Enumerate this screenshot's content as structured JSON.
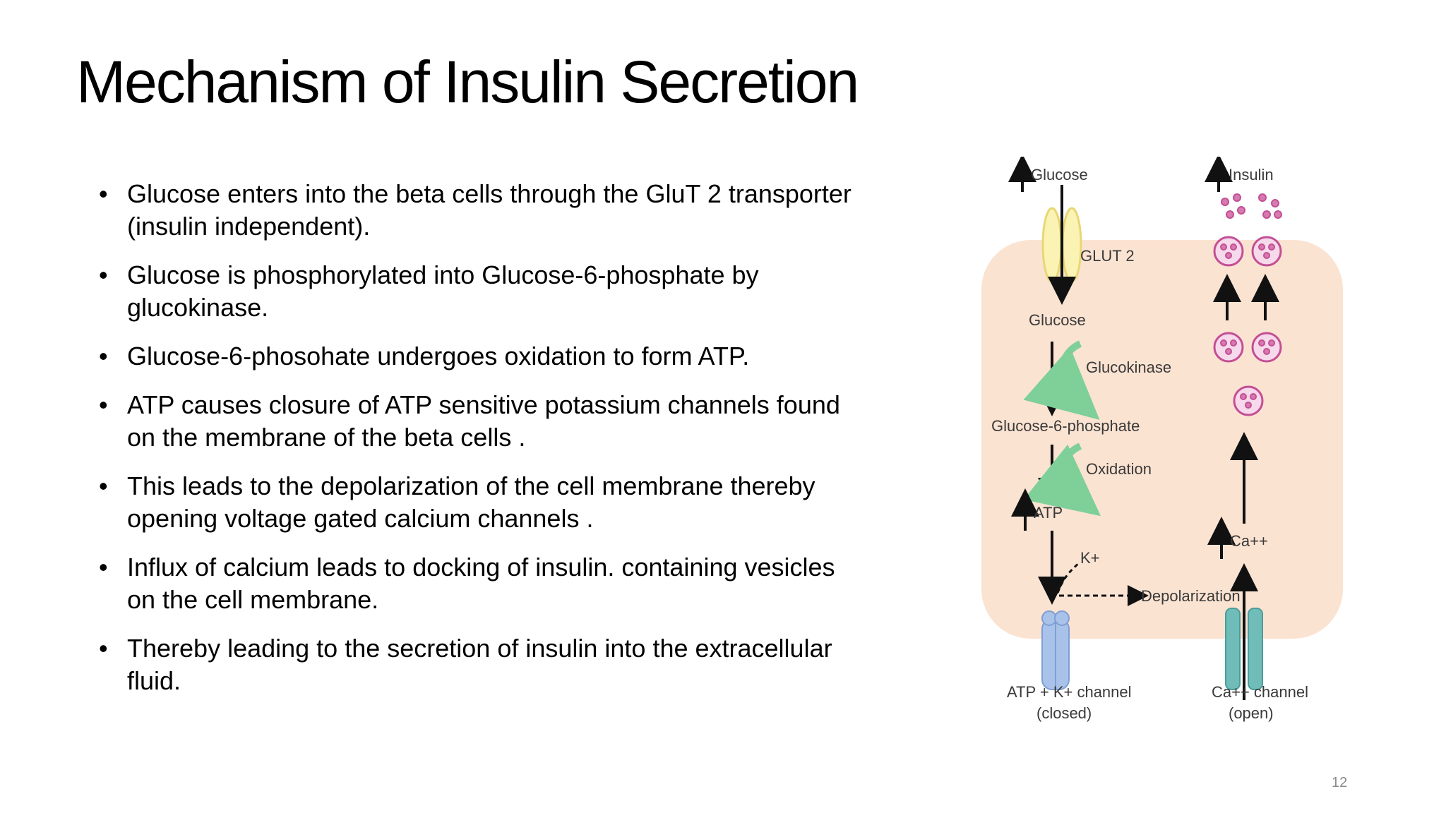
{
  "title": "Mechanism of Insulin Secretion",
  "bullets": [
    "Glucose enters into the beta cells through the GluT 2 transporter (insulin independent).",
    " Glucose is phosphorylated into Glucose-6-phosphate by glucokinase.",
    "Glucose-6-phosohate undergoes oxidation to form ATP.",
    "ATP causes closure of ATP sensitive potassium channels found on the membrane of the beta cells .",
    "This leads to the depolarization of the cell membrane thereby opening voltage gated calcium channels .",
    "Influx of calcium leads to docking of insulin. containing vesicles on the cell membrane.",
    " Thereby leading to the secretion of insulin into the extracellular fluid."
  ],
  "diagram": {
    "glucose_top": "Glucose",
    "insulin_top": "Insulin",
    "glut2": "GLUT 2",
    "glucose_inside": "Glucose",
    "glucokinase": "Glucokinase",
    "g6p": "Glucose-6-phosphate",
    "oxidation": "Oxidation",
    "atp": "ATP",
    "k": "K+",
    "depolarization": "Depolarization",
    "ca": "Ca++",
    "katp_channel": "ATP + K+ channel",
    "katp_state": "(closed)",
    "ca_channel": "Ca++ channel",
    "ca_state": "(open)",
    "colors": {
      "cell_fill": "#fbe3d2",
      "glut2_fill": "#fbf3b3",
      "green_arrow": "#7fcf99",
      "vesicle": "#c34f95",
      "k_channel": "#a9c2ea",
      "ca_channel": "#6fbcb9"
    }
  },
  "page_number": "12"
}
